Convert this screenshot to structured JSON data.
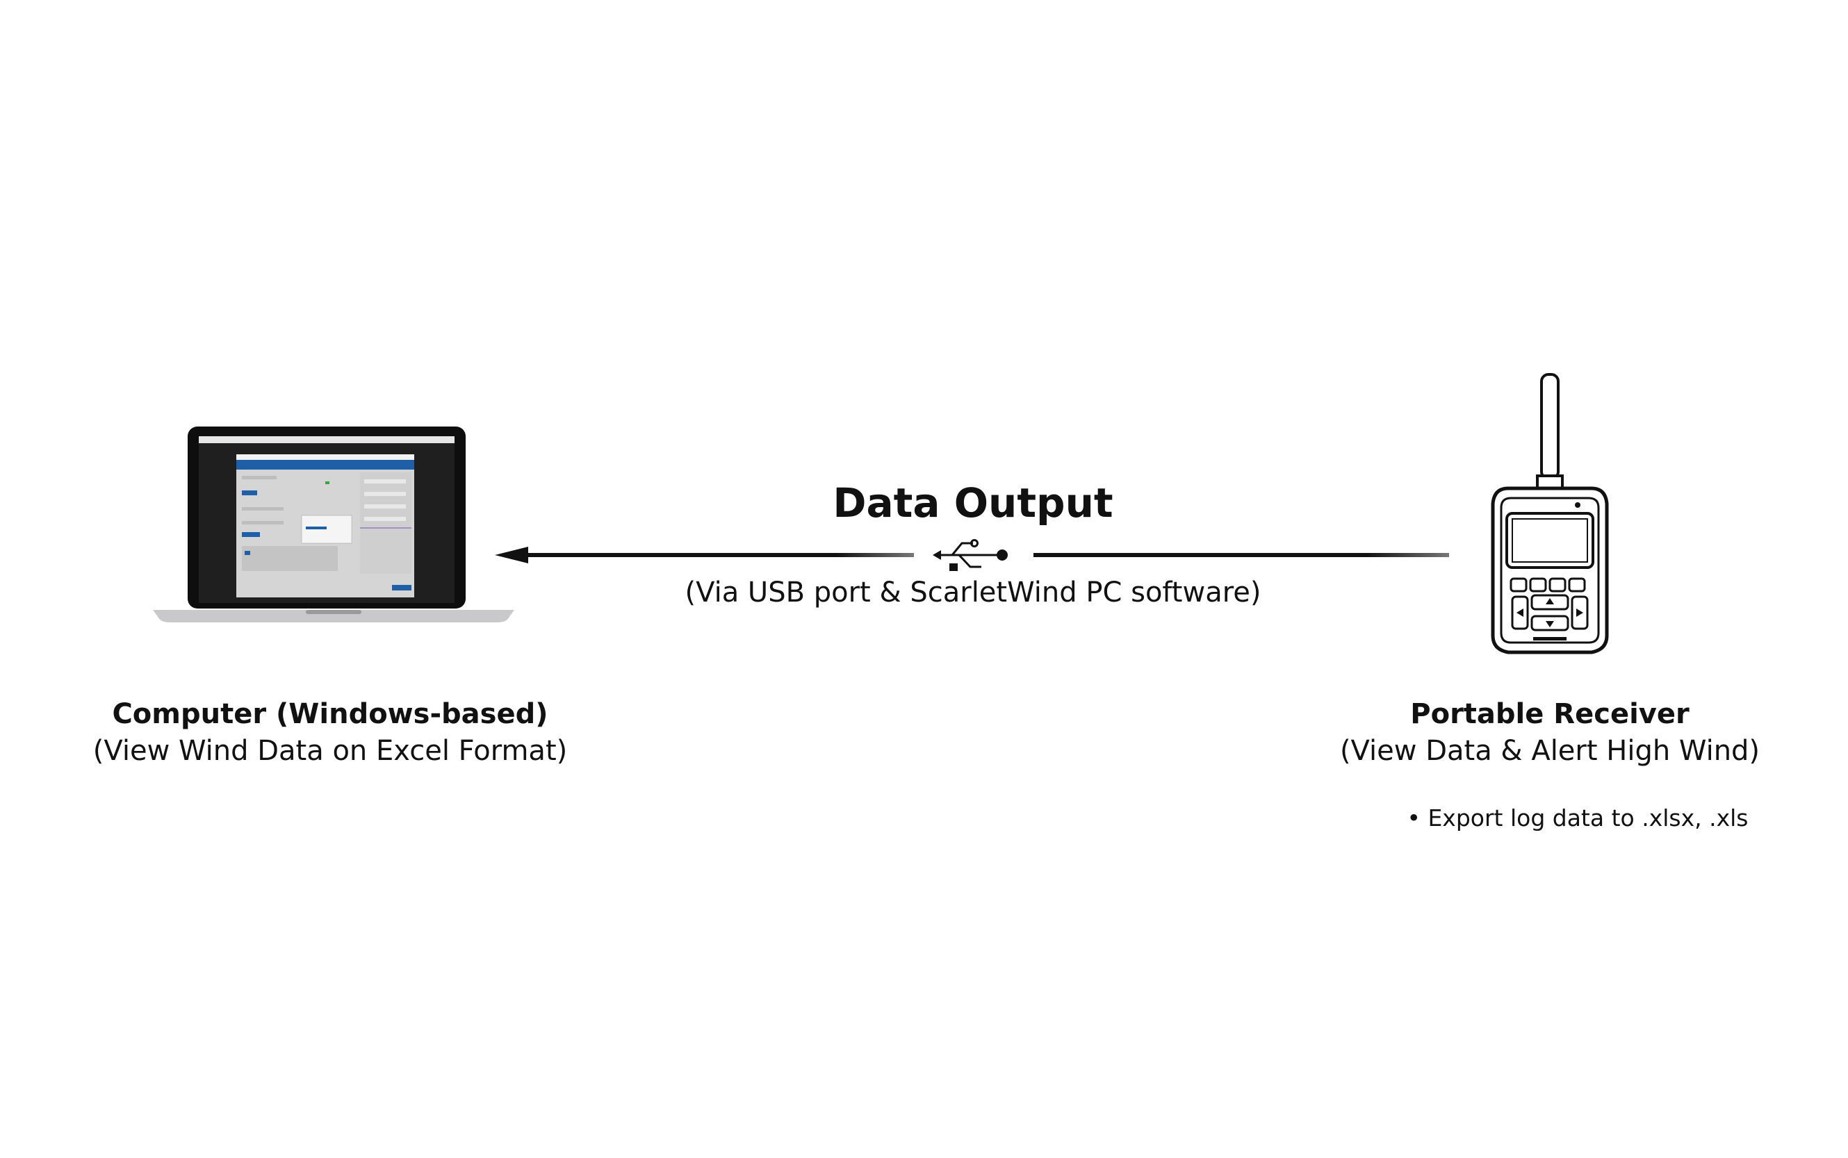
{
  "diagram": {
    "title": "Data Output",
    "subtitle": "(Via USB port & ScarletWind PC software)",
    "computer": {
      "title": "Computer (Windows-based)",
      "subtitle": "(View Wind Data on Excel Format)"
    },
    "receiver": {
      "title": "Portable Receiver",
      "subtitle": "(View Data & Alert High Wind)",
      "bullet": "• Export log data to .xlsx, .xls"
    },
    "colors": {
      "line": "#111111",
      "screen_header": "#1f5fa8",
      "laptop_body": "#c9c9cb"
    }
  }
}
